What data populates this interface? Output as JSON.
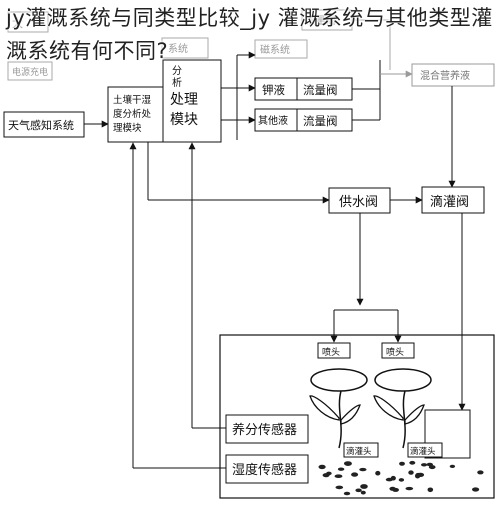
{
  "overlay": {
    "title": "jy灌溉系统与同类型比较_jy 灌溉系统与其他类型灌溉系统有何不同?"
  },
  "diagram": {
    "faint_labels": {
      "power": "电源充电",
      "upper_left": "太",
      "mid_top": "磁系统",
      "top_right": "流量阀",
      "left_top2": "系统"
    },
    "weather": "天气感知系统",
    "soil_module": [
      "土壤干湿",
      "度分析处",
      "理模块"
    ],
    "analysis_module": {
      "col": [
        "分",
        "析"
      ],
      "big": [
        "处理",
        "模块"
      ]
    },
    "potassium": "钾液",
    "other_liquid": "其他液",
    "flow_valve_1": "流量阀",
    "flow_valve_2": "流量阀",
    "mixed_nutrient": "混合营养液",
    "supply_valve": "供水阀",
    "drip_valve": "滴灌阀",
    "nozzle_1": "喷头",
    "nozzle_2": "喷头",
    "drip_head_1": "滴灌头",
    "drip_head_2": "滴灌头",
    "nutrient_sensor": "养分传感器",
    "humidity_sensor": "湿度传感器"
  }
}
